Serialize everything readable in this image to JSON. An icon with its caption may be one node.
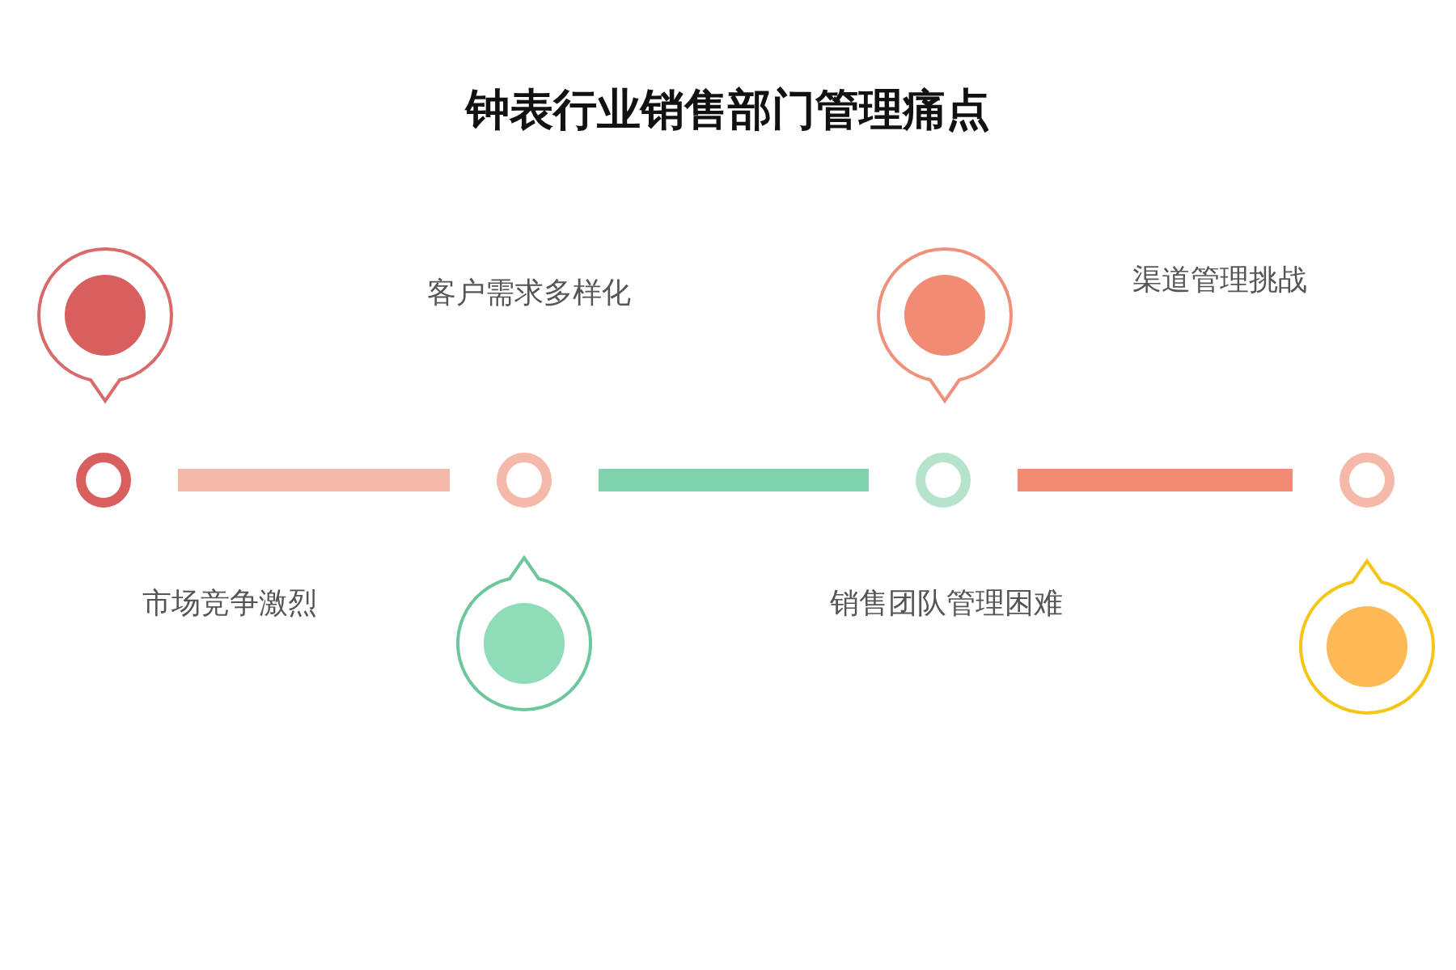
{
  "diagram": {
    "title": "钟表行业销售部门管理痛点",
    "nodes": [
      {
        "text": [],
        "shape": "circle"
      },
      {
        "text": [],
        "shape": "circle"
      },
      {
        "text": [],
        "shape": "circle"
      },
      {
        "text": [],
        "shape": "circle"
      }
    ],
    "edges": [
      {
        "from": 0,
        "to": 1,
        "arrow": "none",
        "color": "#f4b9a8"
      },
      {
        "from": 1,
        "to": 2,
        "arrow": "none",
        "color": "#7fd3ae"
      },
      {
        "from": 2,
        "to": 3,
        "arrow": "none",
        "color": "#f28b74"
      }
    ],
    "labels": [
      "客户需求多样化",
      "渠道管理挑战",
      "市场竞争激烈",
      "销售团队管理困难"
    ]
  }
}
